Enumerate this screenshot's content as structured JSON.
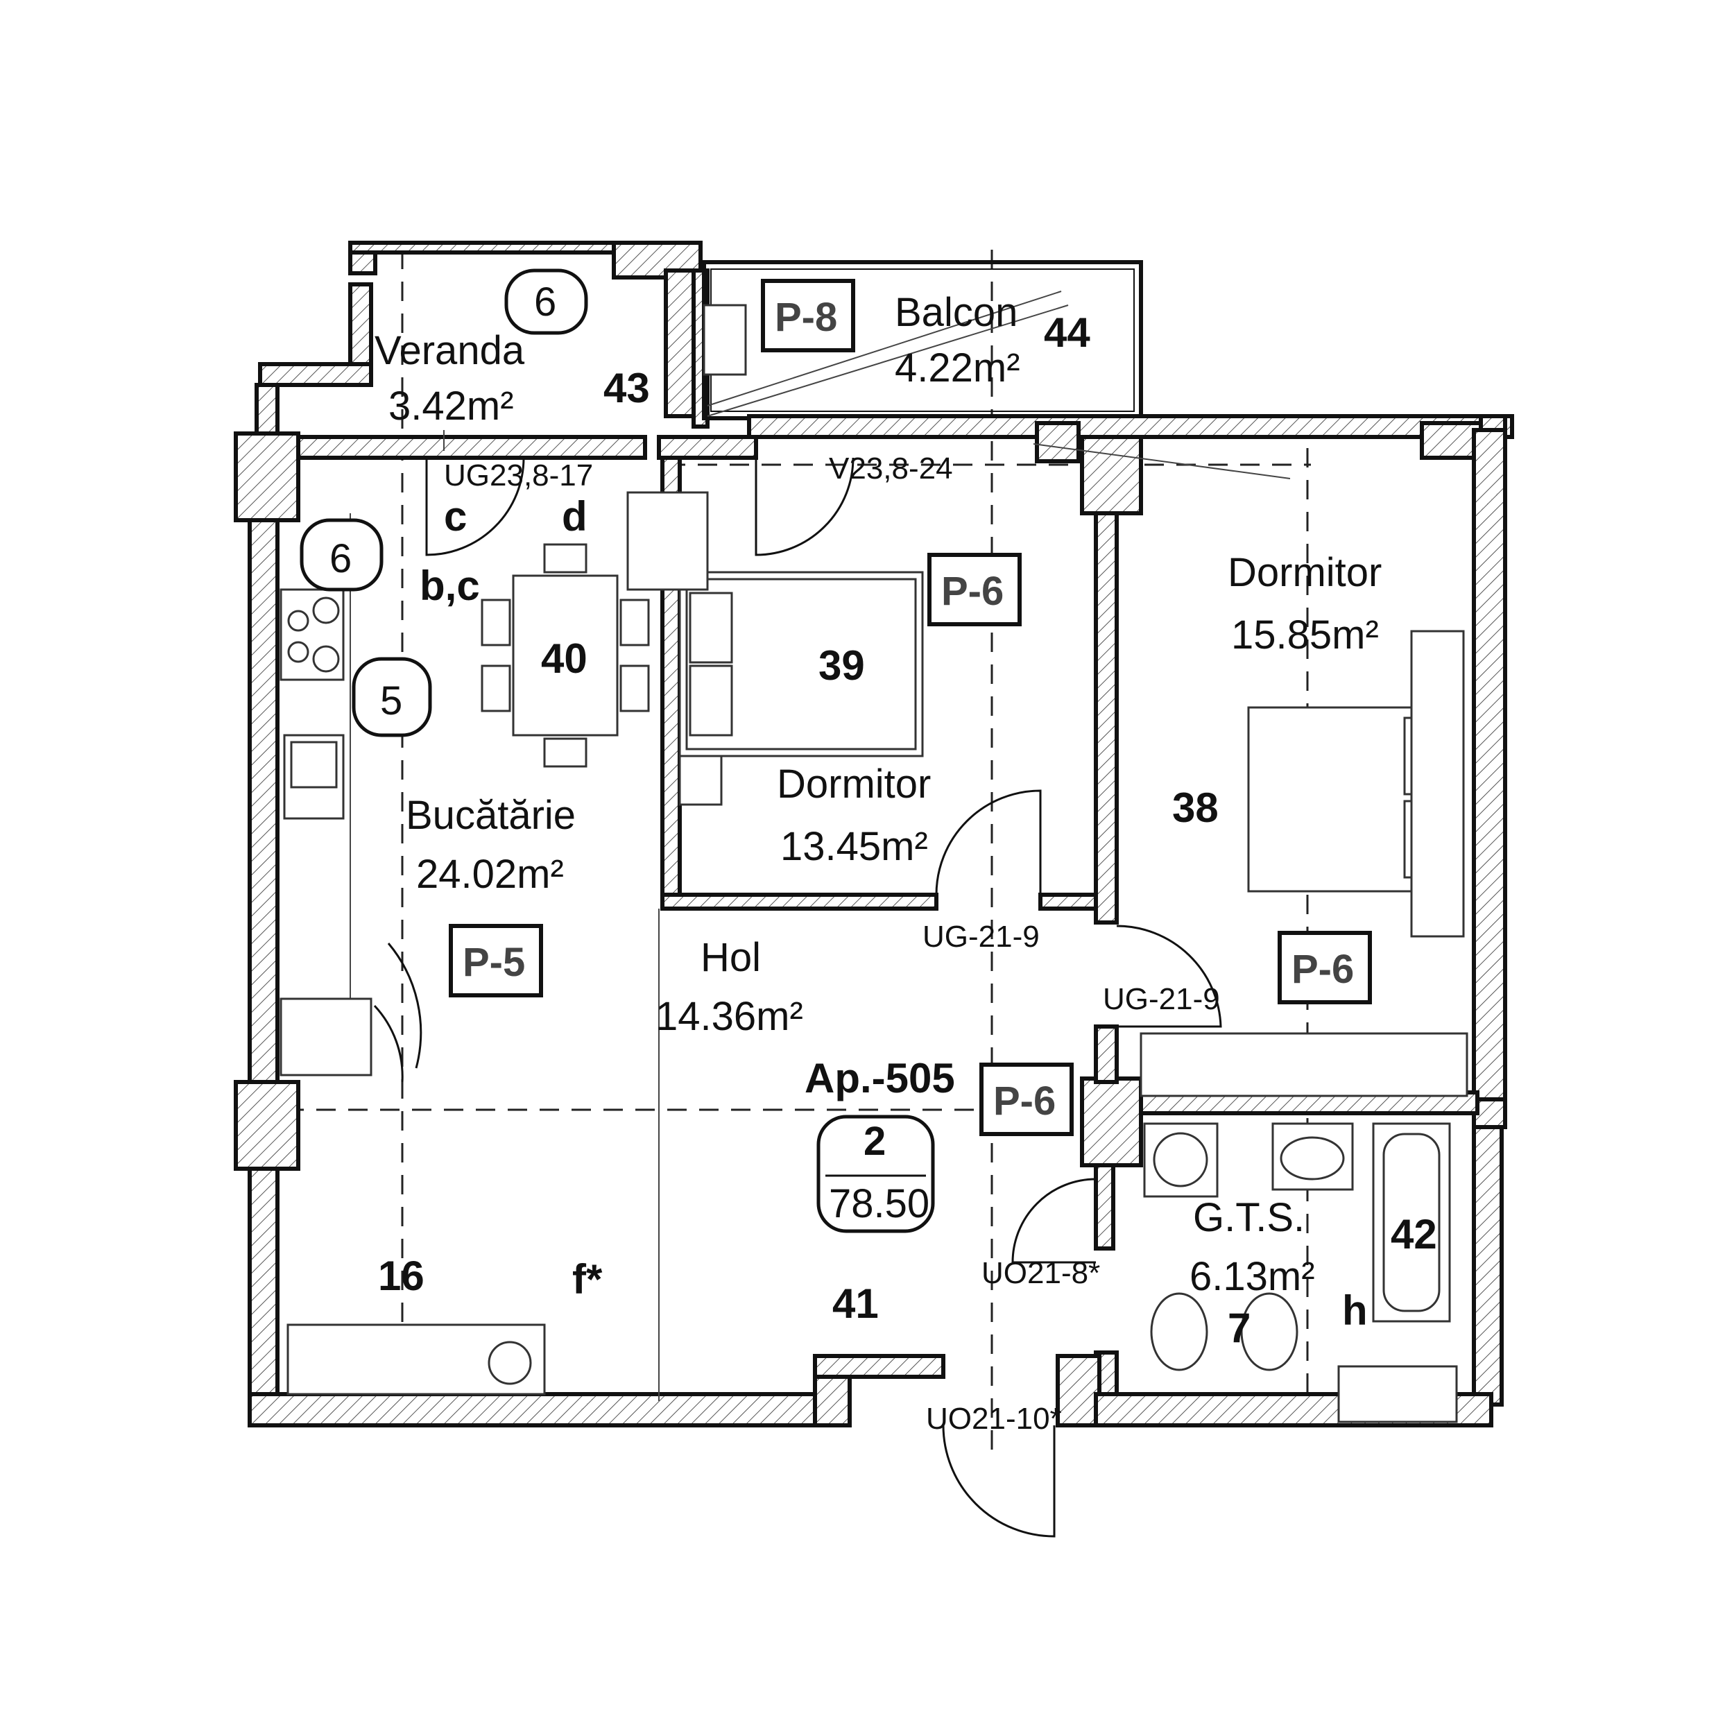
{
  "rooms": {
    "veranda": {
      "name": "Veranda",
      "area": "3.42m²"
    },
    "balcon": {
      "name": "Balcon",
      "area": "4.22m²"
    },
    "dormitor_mid": {
      "name": "Dormitor",
      "area": "13.45m²"
    },
    "dormitor_right": {
      "name": "Dormitor",
      "area": "15.85m²"
    },
    "bucatarie": {
      "name": "Bucătărie",
      "area": "24.02m²"
    },
    "hol": {
      "name": "Hol",
      "area": "14.36m²"
    },
    "gts": {
      "name": "G.T.S.",
      "area": "6.13m²"
    }
  },
  "apartment": {
    "label": "Ap.-505",
    "rooms": "2",
    "area": "78.50"
  },
  "tags": {
    "p8": "P-8",
    "p6_mid": "P-6",
    "p6_right": "P-6",
    "p5": "P-5",
    "p6_hall": "P-6"
  },
  "numbers": {
    "n44": "44",
    "n43": "43",
    "n40": "40",
    "n39": "39",
    "n38": "38",
    "n16": "16",
    "n41": "41",
    "n42": "42",
    "n7": "7"
  },
  "letters": {
    "c": "c",
    "d": "d",
    "bc": "b,c",
    "f": "f*",
    "h": "h"
  },
  "circled": {
    "veranda_six": "6",
    "kitchen_six": "6",
    "kitchen_five": "5"
  },
  "codes": {
    "ug23": "UG23,8-17",
    "v23": "V23,8-24",
    "ug21_a": "UG-21-9",
    "ug21_b": "UG-21-9",
    "uo21_8": "UO21-8*",
    "uo21_10": "UO21-10*"
  }
}
